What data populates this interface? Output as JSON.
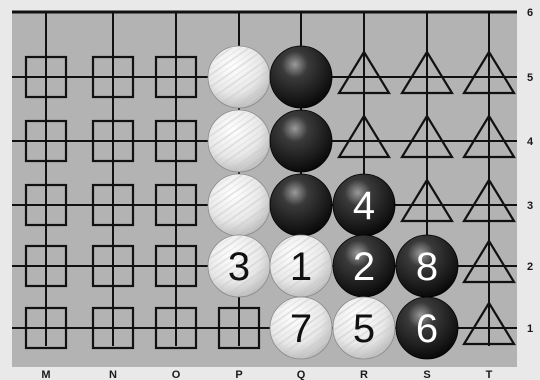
{
  "board": {
    "columns": [
      "M",
      "N",
      "O",
      "P",
      "Q",
      "R",
      "S",
      "T"
    ],
    "rows": [
      "6",
      "5",
      "4",
      "3",
      "2",
      "1"
    ],
    "colors": {
      "board": "#b3b3b3",
      "border": "#e9e9e9",
      "line": "#111111",
      "black_stone": "#1a1a1a",
      "white_stone": "#eeeeee"
    },
    "stones": [
      {
        "col": "P",
        "row": "5",
        "color": "white",
        "label": ""
      },
      {
        "col": "Q",
        "row": "5",
        "color": "black",
        "label": ""
      },
      {
        "col": "P",
        "row": "4",
        "color": "white",
        "label": ""
      },
      {
        "col": "Q",
        "row": "4",
        "color": "black",
        "label": ""
      },
      {
        "col": "P",
        "row": "3",
        "color": "white",
        "label": ""
      },
      {
        "col": "Q",
        "row": "3",
        "color": "black",
        "label": ""
      },
      {
        "col": "R",
        "row": "3",
        "color": "black",
        "label": "4"
      },
      {
        "col": "P",
        "row": "2",
        "color": "white",
        "label": "3"
      },
      {
        "col": "Q",
        "row": "2",
        "color": "white",
        "label": "1"
      },
      {
        "col": "R",
        "row": "2",
        "color": "black",
        "label": "2"
      },
      {
        "col": "S",
        "row": "2",
        "color": "black",
        "label": "8"
      },
      {
        "col": "Q",
        "row": "1",
        "color": "white",
        "label": "7"
      },
      {
        "col": "R",
        "row": "1",
        "color": "white",
        "label": "5"
      },
      {
        "col": "S",
        "row": "1",
        "color": "black",
        "label": "6"
      }
    ],
    "markers": [
      {
        "col": "M",
        "row": "5",
        "shape": "square"
      },
      {
        "col": "N",
        "row": "5",
        "shape": "square"
      },
      {
        "col": "O",
        "row": "5",
        "shape": "square"
      },
      {
        "col": "M",
        "row": "4",
        "shape": "square"
      },
      {
        "col": "N",
        "row": "4",
        "shape": "square"
      },
      {
        "col": "O",
        "row": "4",
        "shape": "square"
      },
      {
        "col": "M",
        "row": "3",
        "shape": "square"
      },
      {
        "col": "N",
        "row": "3",
        "shape": "square"
      },
      {
        "col": "O",
        "row": "3",
        "shape": "square"
      },
      {
        "col": "M",
        "row": "2",
        "shape": "square"
      },
      {
        "col": "N",
        "row": "2",
        "shape": "square"
      },
      {
        "col": "O",
        "row": "2",
        "shape": "square"
      },
      {
        "col": "M",
        "row": "1",
        "shape": "square"
      },
      {
        "col": "N",
        "row": "1",
        "shape": "square"
      },
      {
        "col": "O",
        "row": "1",
        "shape": "square"
      },
      {
        "col": "P",
        "row": "1",
        "shape": "square"
      },
      {
        "col": "R",
        "row": "5",
        "shape": "triangle"
      },
      {
        "col": "S",
        "row": "5",
        "shape": "triangle"
      },
      {
        "col": "T",
        "row": "5",
        "shape": "triangle"
      },
      {
        "col": "R",
        "row": "4",
        "shape": "triangle"
      },
      {
        "col": "S",
        "row": "4",
        "shape": "triangle"
      },
      {
        "col": "T",
        "row": "4",
        "shape": "triangle"
      },
      {
        "col": "S",
        "row": "3",
        "shape": "triangle"
      },
      {
        "col": "T",
        "row": "3",
        "shape": "triangle"
      },
      {
        "col": "T",
        "row": "2",
        "shape": "triangle"
      },
      {
        "col": "T",
        "row": "1",
        "shape": "triangle"
      }
    ]
  }
}
